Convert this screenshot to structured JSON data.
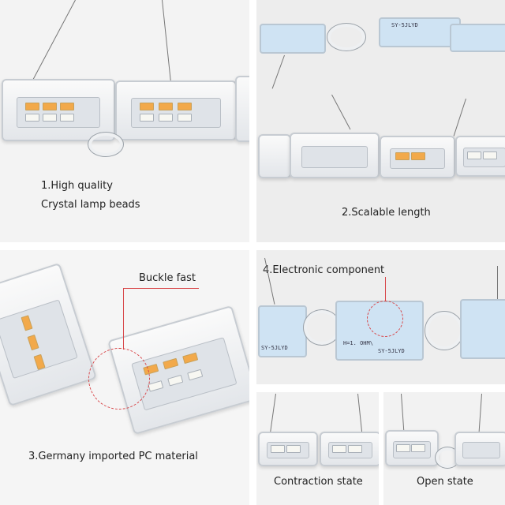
{
  "captions": {
    "p1_line1": "1.High quality",
    "p1_line2": "Crystal lamp beads",
    "p2": "2.Scalable length",
    "p3_title": "3.Germany imported PC material",
    "p3_callout": "Buckle fast",
    "p4": "4.Electronic component",
    "p5": "Contraction state",
    "p6": "Open state"
  },
  "pcb_labels": {
    "model": "SY-5JLYD",
    "spec": "H=1. OHM\\"
  },
  "colors": {
    "callout_red": "#d8474a",
    "led_orange": "#f2a94a",
    "pcb_blue": "#cfe3f3"
  }
}
